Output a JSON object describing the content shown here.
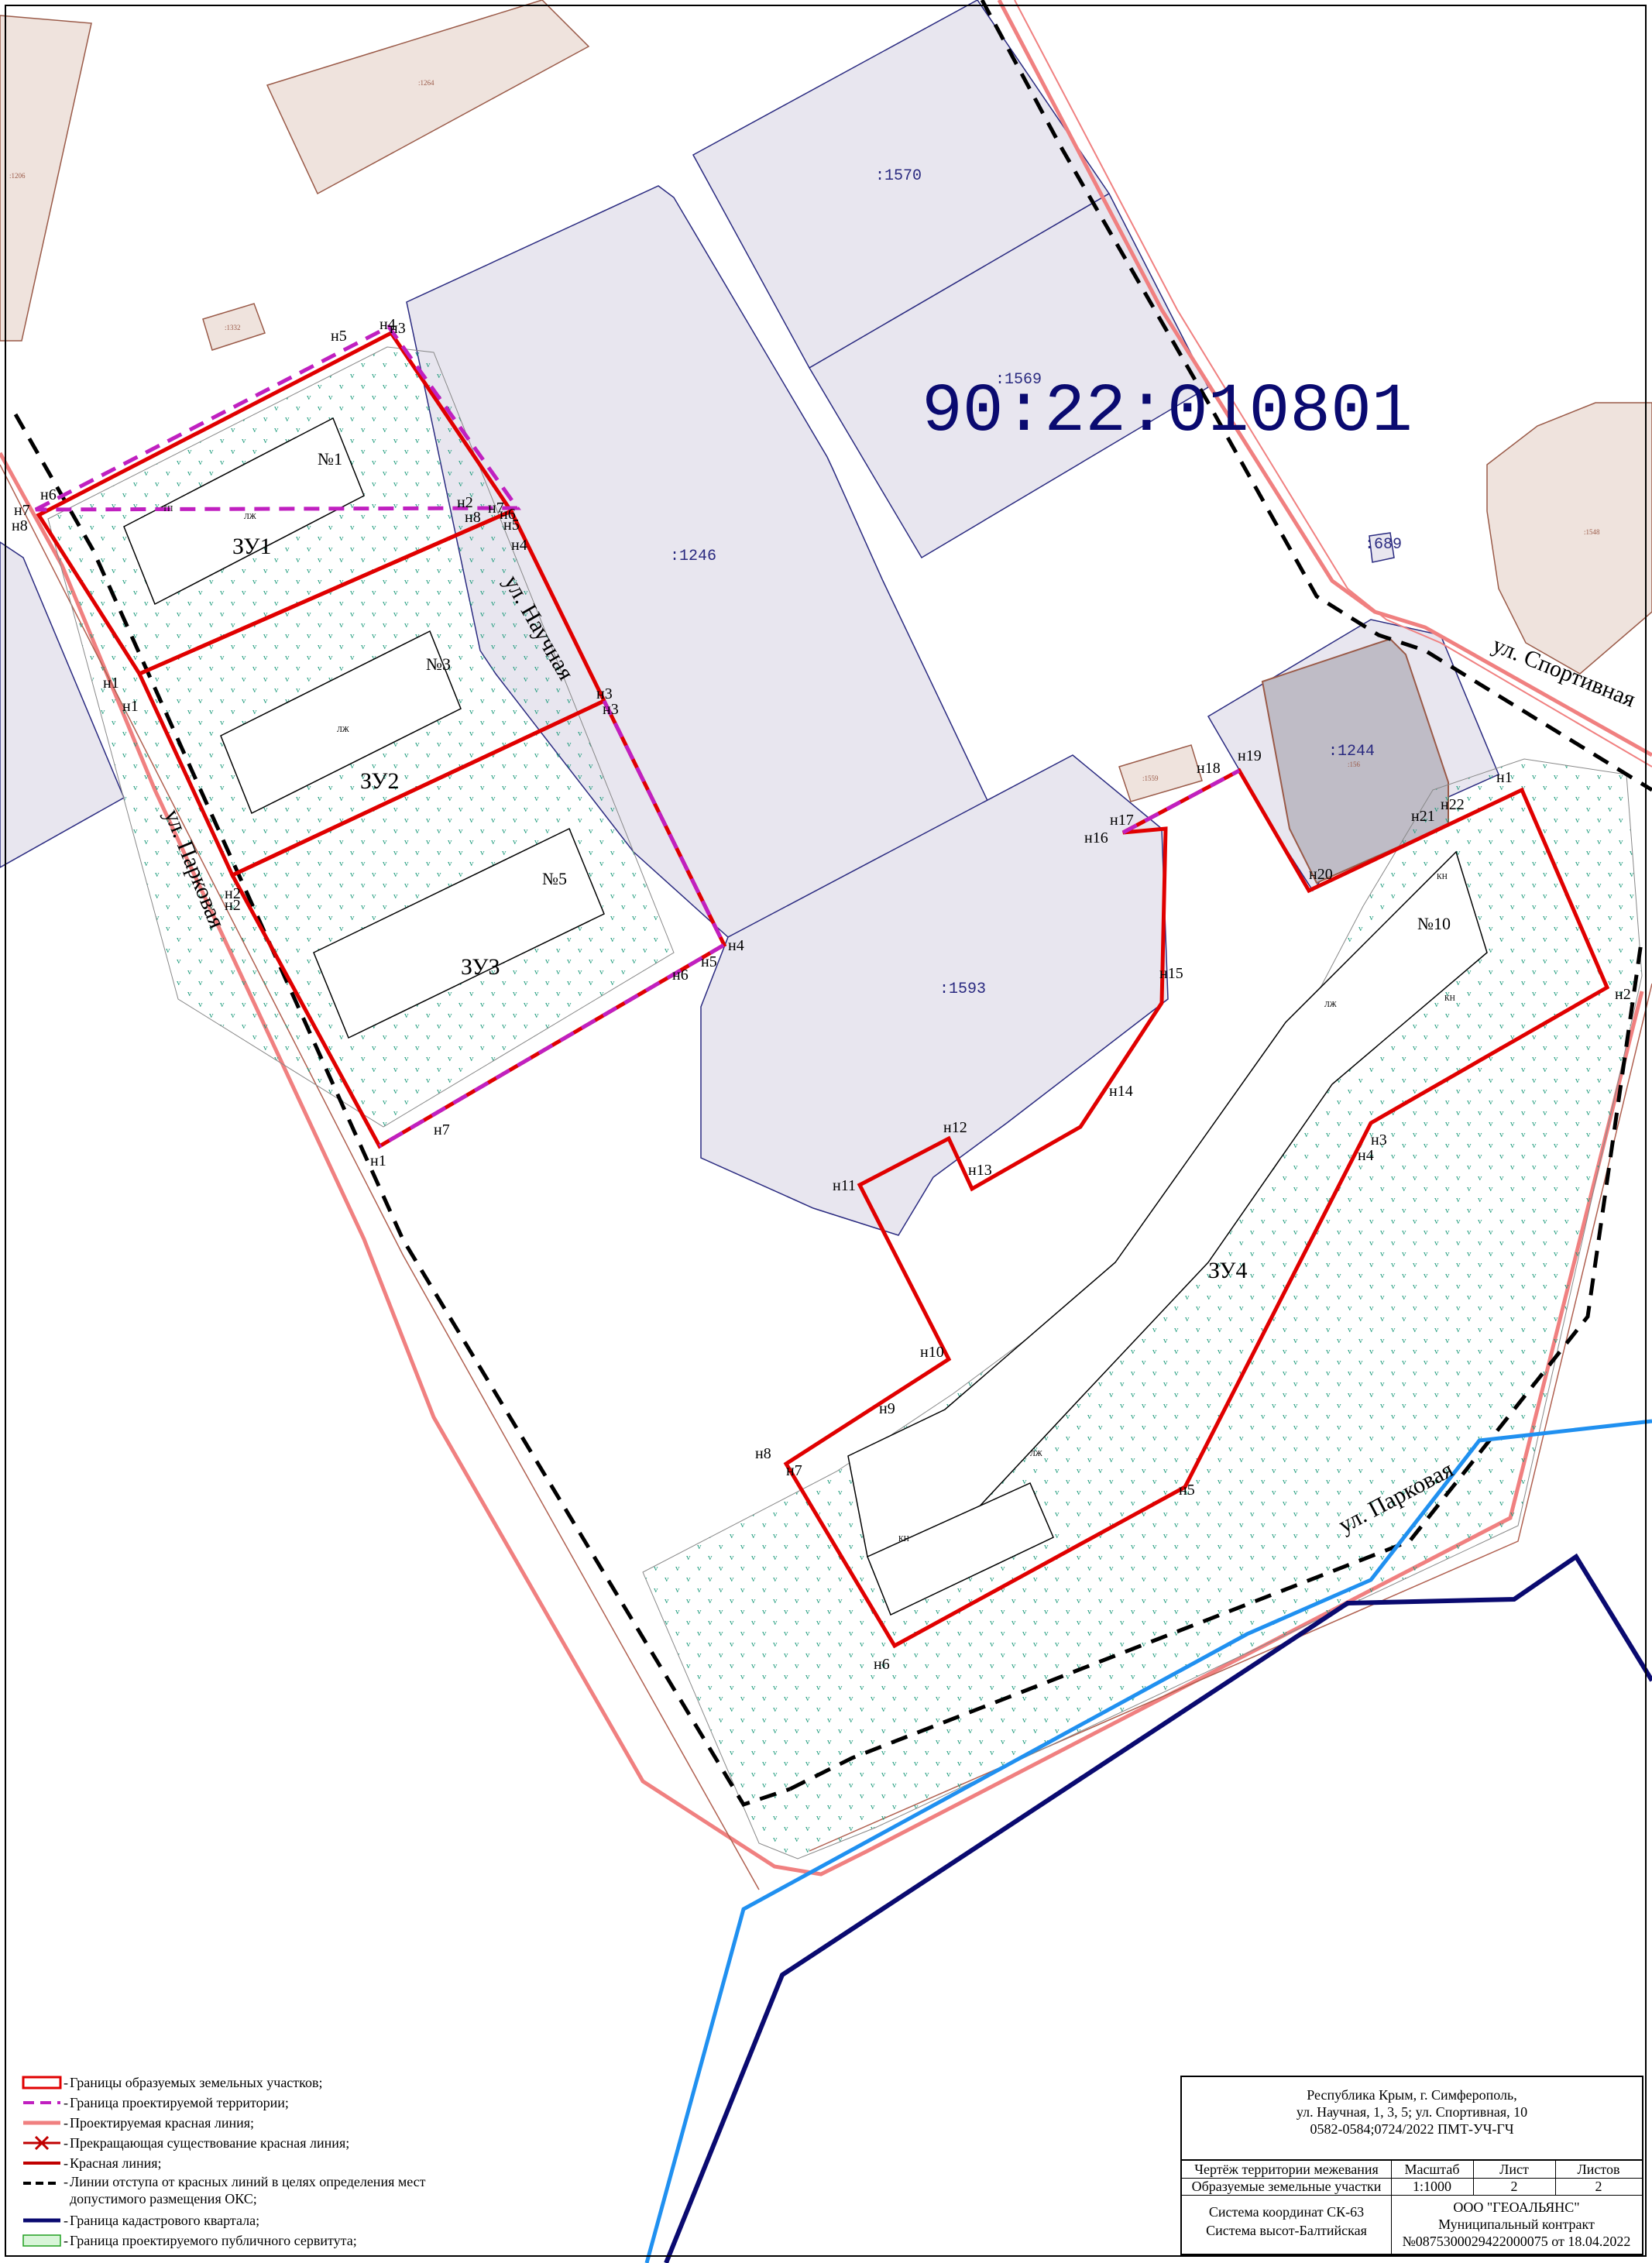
{
  "map": {
    "quarter_number": "90:22:010801",
    "parcels": {
      "p1206": ":1206",
      "p1264": ":1264",
      "p1332": ":1332",
      "p1570": ":1570",
      "p1569": ":1569",
      "p1246": ":1246",
      "p689": ":689",
      "p1548": ":1548",
      "p1244": ":1244",
      "p1559": ":1559",
      "p1593": ":1593",
      "p156": ":156"
    },
    "zones": [
      "ЗУ1",
      "ЗУ2",
      "ЗУ3",
      "ЗУ4"
    ],
    "building_numbers": [
      "№1",
      "№3",
      "№5",
      "№10"
    ],
    "streets": {
      "nauchnaya": "ул. Научная",
      "parkovaya_left": "ул. Парковая",
      "parkovaya_right": "ул. Парковая",
      "sportivnaya": "ул. Спортивная"
    },
    "building_marks": {
      "lzh": "ЛЖ",
      "kn": "КН",
      "tp": "ТП"
    },
    "points": {
      "zu1": [
        "н1",
        "н2",
        "н3",
        "н4",
        "н5",
        "н6",
        "н7",
        "н8"
      ],
      "zu2": [
        "н1",
        "н2",
        "н3",
        "н4",
        "н5",
        "н6",
        "н7",
        "н8"
      ],
      "zu3": [
        "н1",
        "н2",
        "н3",
        "н4",
        "н5",
        "н6",
        "н7"
      ],
      "zu4": [
        "н1",
        "н2",
        "н3",
        "н4",
        "н5",
        "н6",
        "н7",
        "н8",
        "н9",
        "н10",
        "н11",
        "н12",
        "н13",
        "н14",
        "н15",
        "н16",
        "н17",
        "н18",
        "н19",
        "н20",
        "н21",
        "н22"
      ]
    }
  },
  "legend": {
    "items": [
      {
        "symbol": "red-rect",
        "label": "Границы образуемых земельных участков;"
      },
      {
        "symbol": "magenta-dash",
        "label": "Граница проектируемой территории;"
      },
      {
        "symbol": "pink-line",
        "label": "Проектируемая красная линия;"
      },
      {
        "symbol": "red-cross",
        "label": "Прекращающая существование красная линия;"
      },
      {
        "symbol": "red-line",
        "label": "Красная линия;"
      },
      {
        "symbol": "black-dash",
        "label": "Линии отступа от красных линий в целях определения мест допустимого размещения ОКС;"
      },
      {
        "symbol": "navy-line",
        "label": "Граница кадастрового квартала;"
      },
      {
        "symbol": "green-rect",
        "label": "Граница проектируемого публичного сервитута;"
      }
    ]
  },
  "title_block": {
    "address_line1": "Республика Крым, г. Симферополь,",
    "address_line2": "ул. Научная, 1, 3, 5; ул. Спортивная, 10",
    "code": "0582-0584;0724/2022  ПМТ-УЧ-ГЧ",
    "drawing_title": "Чертёж территории межевания",
    "drawing_subtitle": "Образуемые земельные участки",
    "scale_label": "Масштаб",
    "scale_value": "1:1000",
    "sheet_label": "Лист",
    "sheet_value": "2",
    "sheets_label": "Листов",
    "sheets_value": "2",
    "coord_system": "Система координат  СК-63",
    "height_system": "Система высот-Балтийская",
    "company": "ООО  \"ГЕОАЛЬЯНС\"",
    "contract": "Муниципальный контракт",
    "contract_no": "№0875300029422000075 от 18.04.2022"
  },
  "colors": {
    "parcel_fill": "#e8e6ef",
    "parcel_stroke": "#2a2a80",
    "brown_fill": "#efe3dd",
    "brown_stroke": "#9a5a48",
    "red": "#e00000",
    "magenta": "#c020c0",
    "pink": "#f08080",
    "navy": "#0a0a70",
    "blue": "#2090f0",
    "green": "#20a020"
  }
}
